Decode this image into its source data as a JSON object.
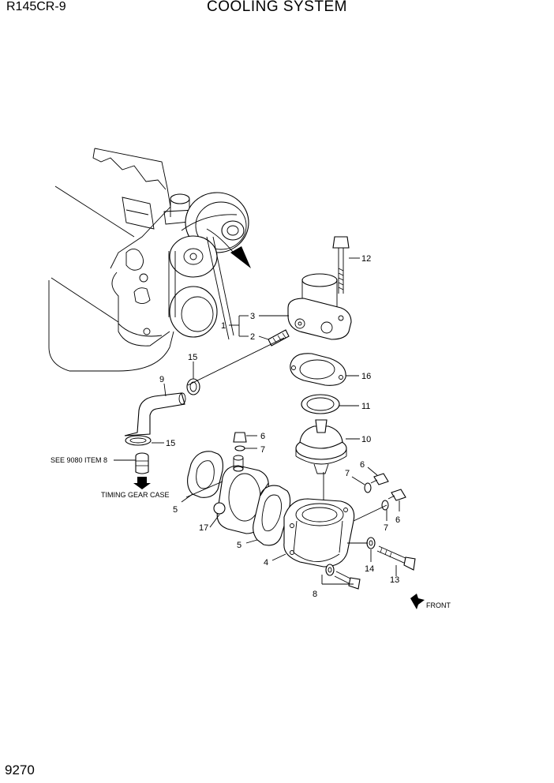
{
  "header": {
    "model": "R145CR-9",
    "title": "COOLING SYSTEM"
  },
  "footer": {
    "page_number": "9270"
  },
  "callouts": {
    "n1": "1",
    "n2": "2",
    "n3": "3",
    "n4": "4",
    "n5a": "5",
    "n5b": "5",
    "n6a": "6",
    "n6b": "6",
    "n6c": "6",
    "n7a": "7",
    "n7b": "7",
    "n7c": "7",
    "n8": "8",
    "n9": "9",
    "n10": "10",
    "n11": "11",
    "n12": "12",
    "n13": "13",
    "n14": "14",
    "n15a": "15",
    "n15b": "15",
    "n16": "16",
    "n17": "17"
  },
  "notes": {
    "see_ref": "SEE 9080 ITEM 8",
    "timing": "TIMING GEAR CASE",
    "front": "FRONT"
  }
}
